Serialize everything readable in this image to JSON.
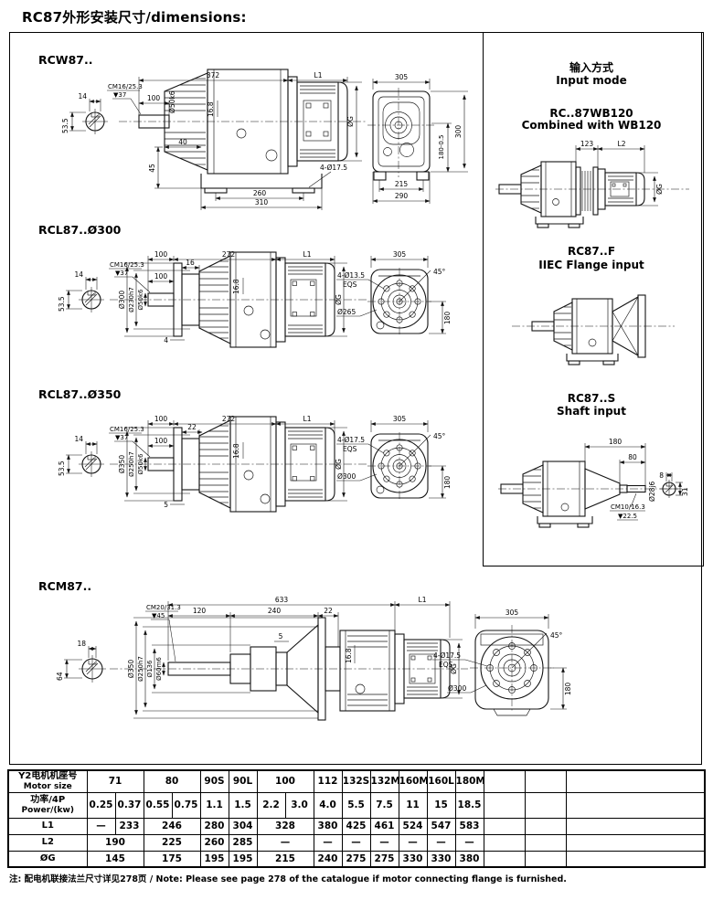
{
  "page": {
    "title": "RC87外形安装尺寸/dimensions:",
    "note": "注: 配电机联接法兰尺寸详见278页 / Note: Please see page 278 of the catalogue  if motor connecting flange is furnished."
  },
  "sections": {
    "rcw87": {
      "label": "RCW87..",
      "dims": {
        "total": "372",
        "l1": "L1",
        "cm": "CM16/25.3",
        "cm_depth": "▼37",
        "shaft_len": "100",
        "key_w": "14",
        "key_h": "53.5",
        "shaft_d": "Ø50k6",
        "d168": "16.8",
        "og": "ØG",
        "d40": "40",
        "d45": "45",
        "d260": "260",
        "d310": "310",
        "holes": "4-Ø17.5",
        "front_w": "305",
        "front_h": "300",
        "front_hm": "180-0.5",
        "front_215": "215",
        "front_290": "290"
      }
    },
    "rcl300": {
      "label": "RCL87..Ø300",
      "dims": {
        "top100": "100",
        "d272": "272",
        "l1": "L1",
        "cm": "CM16/25.3",
        "cm_depth": "▼37",
        "d16": "16",
        "key_w": "14",
        "key_h": "53.5",
        "flange_d": "Ø300",
        "spigot_d": "Ø230h7",
        "shaft_d": "Ø50k6",
        "shaft_len": "100",
        "d4": "4",
        "d168": "16.8",
        "og": "ØG",
        "holes": "4-Ø13.5",
        "eqs": "EQS",
        "bolt_circle": "Ø265",
        "front_w": "305",
        "front_angle": "45°",
        "front_h": "180"
      }
    },
    "rcl350": {
      "label": "RCL87..Ø350",
      "dims": {
        "top100": "100",
        "d272": "272",
        "l1": "L1",
        "cm": "CM16/25.3",
        "cm_depth": "▼37",
        "d22": "22",
        "key_w": "14",
        "key_h": "53.5",
        "flange_d": "Ø350",
        "spigot_d": "Ø250h7",
        "shaft_d": "Ø50k6",
        "shaft_len": "100",
        "d5": "5",
        "d168": "16.8",
        "og": "ØG",
        "holes": "4-Ø17.5",
        "eqs": "EQS",
        "bolt_circle": "Ø300",
        "front_w": "305",
        "front_angle": "45°",
        "front_h": "180"
      }
    },
    "rcm87": {
      "label": "RCM87..",
      "dims": {
        "total": "633",
        "l1": "L1",
        "cm": "CM20/31.3",
        "cm_depth": "▼45",
        "d120": "120",
        "d240": "240",
        "d22": "22",
        "d5": "5",
        "key_w": "18",
        "key_h": "64",
        "flange_d": "Ø350",
        "spigot_d": "Ø250h7",
        "hub_d": "Ø136",
        "shaft_d": "Ø60m6",
        "d168": "16.8",
        "og": "ØG",
        "holes": "4-Ø17.5",
        "eqs": "EQS",
        "bolt_circle": "Ø300",
        "front_w": "305",
        "front_angle": "45°",
        "front_h": "180"
      }
    }
  },
  "input_panel": {
    "title_cn": "输入方式",
    "title_en": "Input mode",
    "wb120": {
      "line1": "RC..87WB120",
      "line2": "Combined with WB120",
      "d123": "123",
      "l2": "L2",
      "og": "ØG"
    },
    "flange": {
      "line1": "RC87..F",
      "line2": "IIEC Flange input"
    },
    "shaft": {
      "line1": "RC87..S",
      "line2": "Shaft input",
      "d180": "180",
      "d80": "80",
      "shaft_d": "Ø28j6",
      "cm": "CM10/16.3",
      "cm_depth": "▼22.5",
      "key_w": "8",
      "key_h": "31"
    }
  },
  "table": {
    "row_headers": {
      "motor_cn": "Y2电机机座号",
      "motor_en": "Motor size",
      "power_cn": "功率/4P",
      "power_en": "Power/(kw)",
      "l1": "L1",
      "l2": "L2",
      "og": "ØG"
    },
    "motor_sizes": [
      "71",
      "80",
      "90S",
      "90L",
      "100",
      "112",
      "132S",
      "132M",
      "160M",
      "160L",
      "180M"
    ],
    "power": [
      "0.25",
      "0.37",
      "0.55",
      "0.75",
      "1.1",
      "1.5",
      "2.2",
      "3.0",
      "4.0",
      "5.5",
      "7.5",
      "11",
      "15",
      "18.5"
    ],
    "l1": [
      "—",
      "233",
      "246",
      "280",
      "304",
      "328",
      "380",
      "425",
      "461",
      "524",
      "547",
      "583"
    ],
    "l2": [
      "190",
      "225",
      "260",
      "285",
      "—",
      "—",
      "—",
      "—",
      "—",
      "—",
      "—"
    ],
    "og": [
      "145",
      "175",
      "195",
      "195",
      "215",
      "240",
      "275",
      "275",
      "330",
      "330",
      "380"
    ]
  }
}
